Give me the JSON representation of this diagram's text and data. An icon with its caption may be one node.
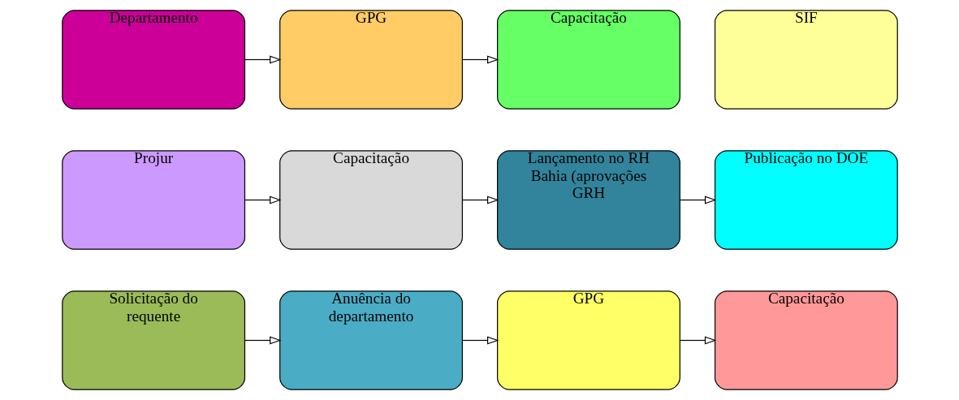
{
  "diagram": {
    "nodes": [
      {
        "text": [
          "Solicitação do requente"
        ]
      },
      {
        "text": [
          "Anuência do departamento"
        ]
      },
      {
        "text": [
          "GPG"
        ]
      },
      {
        "text": [
          "Capacitação"
        ]
      },
      {
        "text": [
          "Projur"
        ]
      },
      {
        "text": [
          "Capacitação"
        ]
      },
      {
        "text": [
          "Lançamento no RH Bahia (aprovações GRH"
        ]
      },
      {
        "text": [
          "Publicação no DOE"
        ]
      },
      {
        "text": [
          "Departamento"
        ]
      },
      {
        "text": [
          "GPG"
        ]
      },
      {
        "text": [
          "Capacitação"
        ]
      },
      {
        "text": [
          "SIF"
        ]
      }
    ],
    "edges": [
      {
        "from": 0,
        "to": 1,
        "arrow": "to"
      },
      {
        "from": 1,
        "to": 2,
        "arrow": "to"
      },
      {
        "from": 2,
        "to": 3,
        "arrow": "to"
      },
      {
        "from": 4,
        "to": 5,
        "arrow": "to"
      },
      {
        "from": 5,
        "to": 6,
        "arrow": "to"
      },
      {
        "from": 6,
        "to": 7,
        "arrow": "to"
      },
      {
        "from": 8,
        "to": 9,
        "arrow": "to"
      },
      {
        "from": 9,
        "to": 10,
        "arrow": "to"
      }
    ]
  }
}
